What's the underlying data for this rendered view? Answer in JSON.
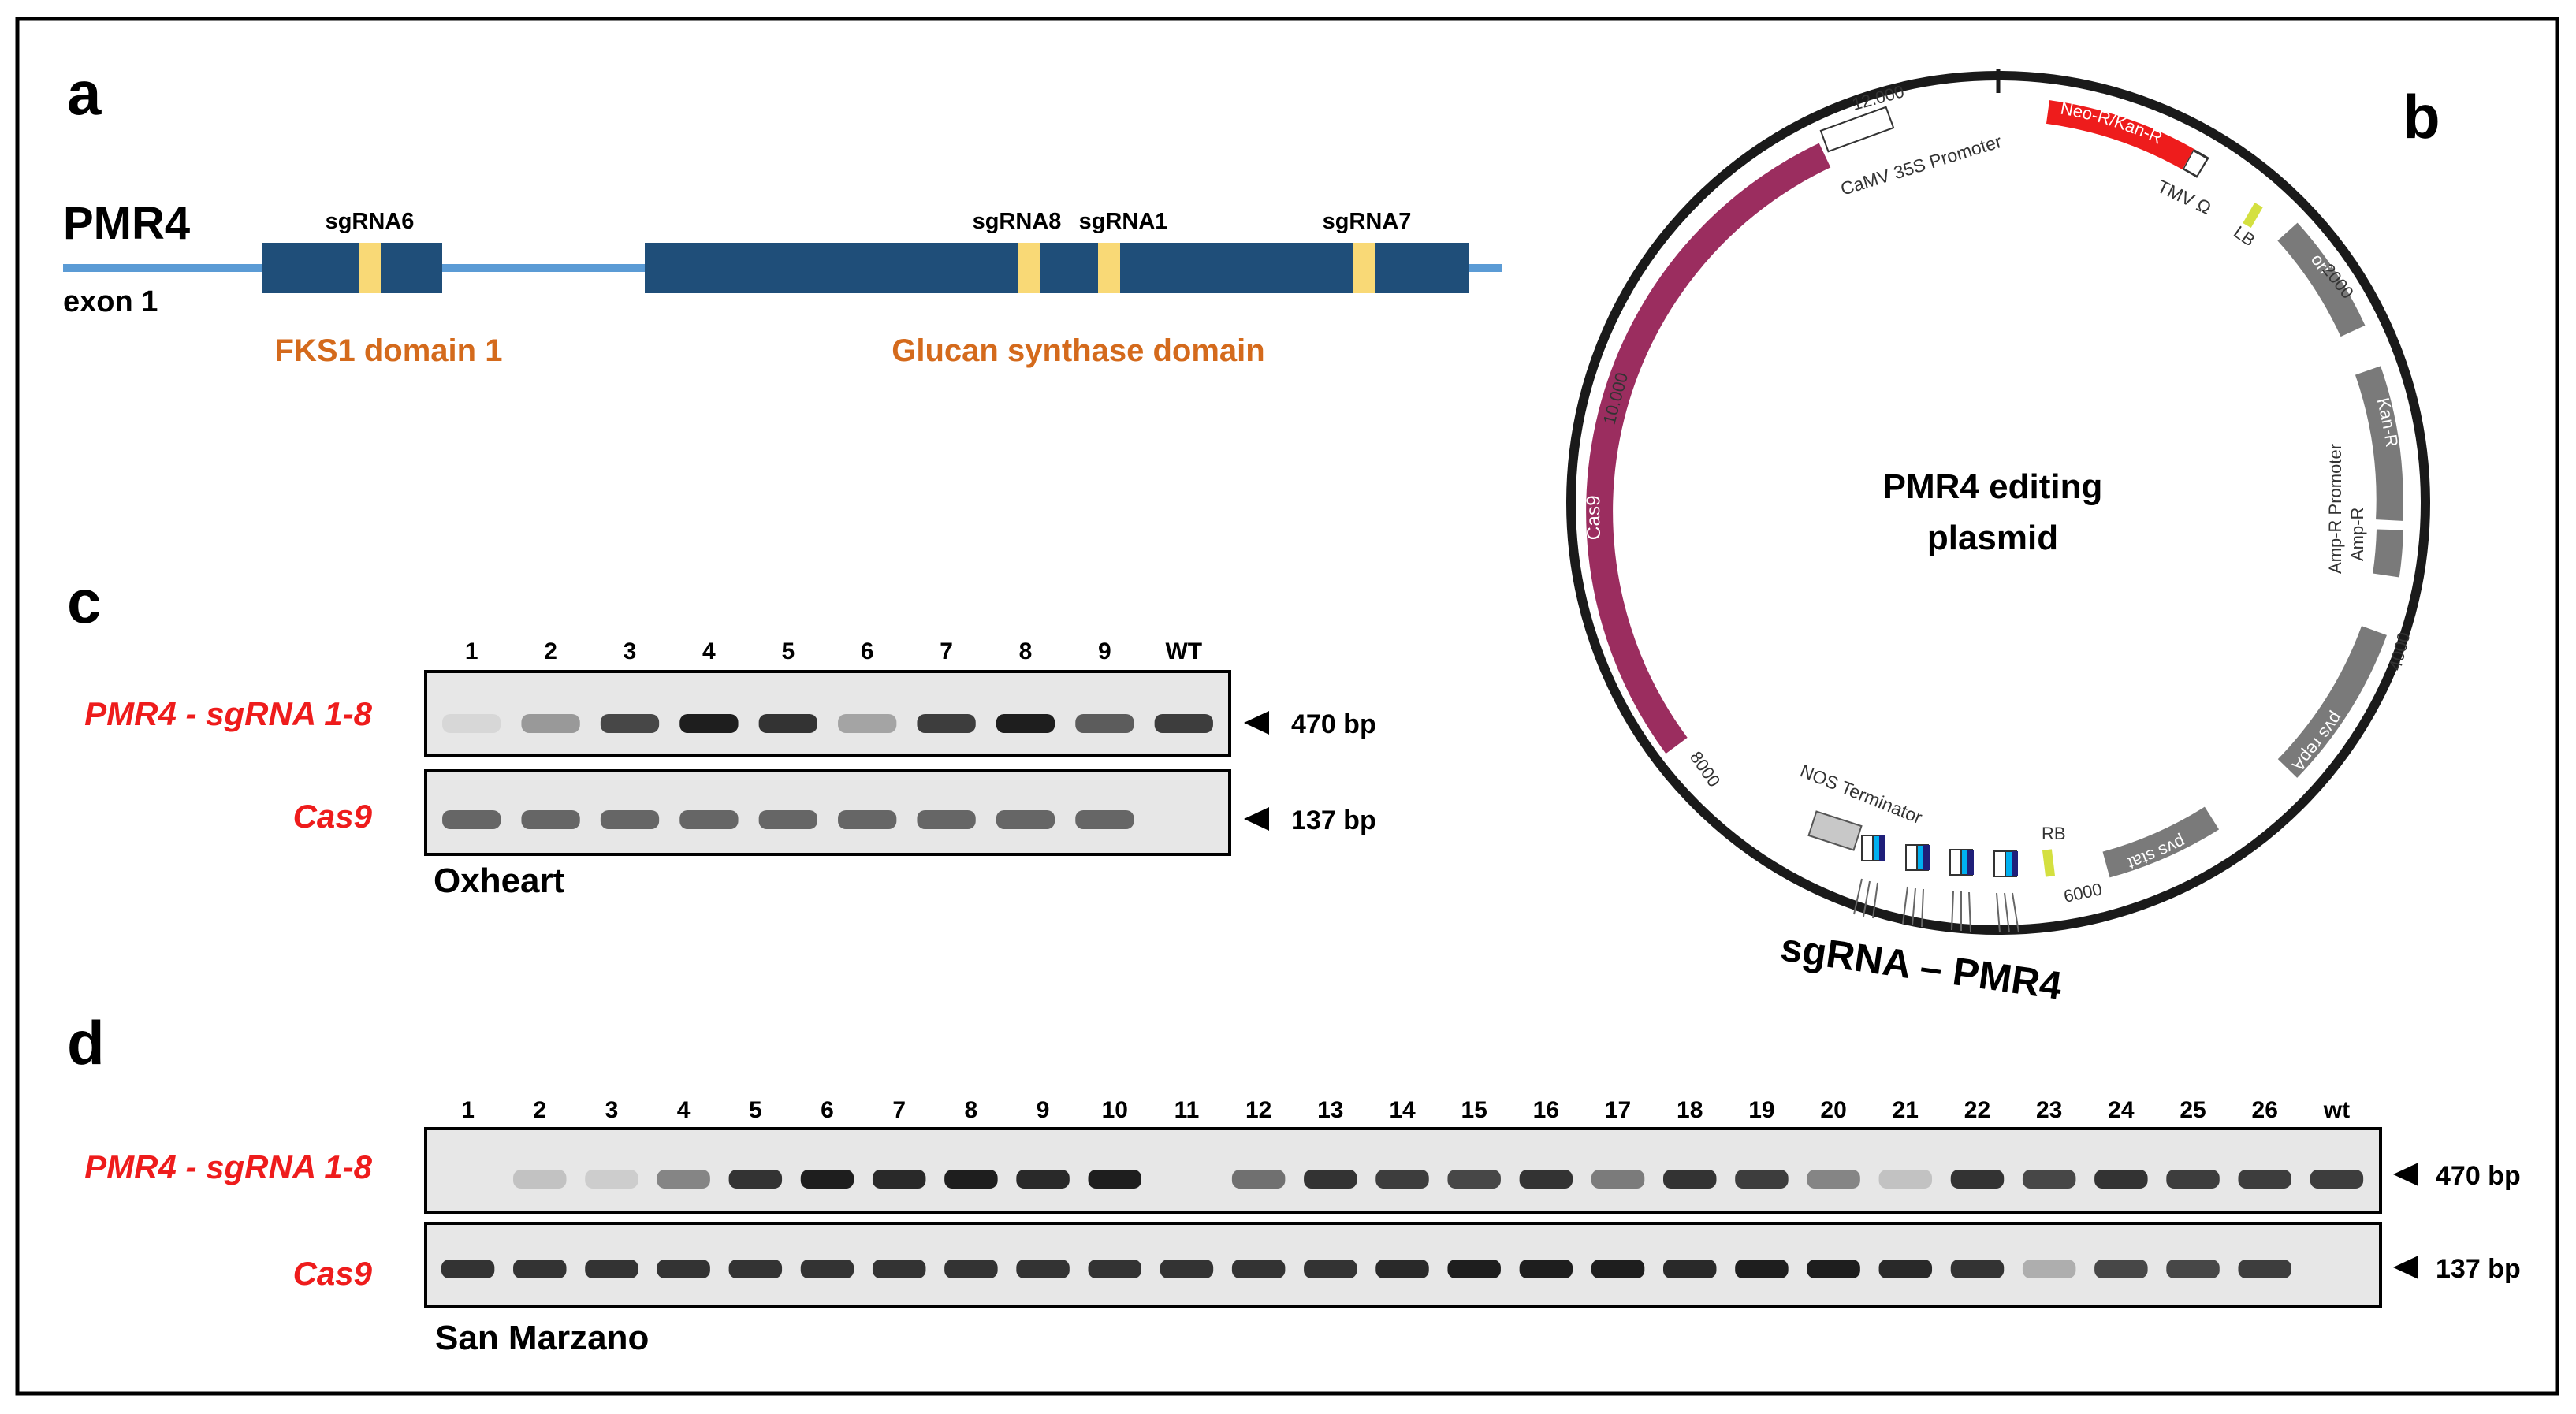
{
  "panel_labels": {
    "a": "a",
    "b": "b",
    "c": "c",
    "d": "d"
  },
  "panel_a": {
    "gene": "PMR4",
    "exon": "exon 1",
    "domains": [
      "FKS1 domain 1",
      "Glucan synthase domain"
    ],
    "sgrnas": [
      "sgRNA6",
      "sgRNA8",
      "sgRNA1",
      "sgRNA7"
    ]
  },
  "panel_b": {
    "title_line1": "PMR4 editing",
    "title_line2": "plasmid",
    "sgrna_label": "sgRNA – PMR4",
    "features": {
      "neo": "Neo-R/Kan-R",
      "tmv": "TMV Ω",
      "lb": "LB",
      "ori": "ori",
      "kan": "Kan-R",
      "ampr_promoter": "Amp-R Promoter",
      "ampr": "Amp-R",
      "pvs_repa": "pvs repA",
      "pvs_stat": "pvs stat",
      "rb": "RB",
      "nos": "NOS Terminator",
      "cas9": "Cas9",
      "camv": "CaMV 35S Promoter"
    },
    "ticks": [
      "12.000",
      "2000",
      "4000",
      "6000",
      "8000",
      "10.000"
    ],
    "colors": {
      "cas9": "#9b2d5f",
      "neo": "#ee1c1c",
      "gray": "#7a7a7a",
      "ring": "#1a1a1a"
    }
  },
  "panel_c": {
    "lanes": [
      "1",
      "2",
      "3",
      "4",
      "5",
      "6",
      "7",
      "8",
      "9",
      "WT"
    ],
    "row1_label": "PMR4 - sgRNA 1-8",
    "row2_label": "Cas9",
    "size1": "470 bp",
    "size2": "137 bp",
    "variety": "Oxheart",
    "row1_intensity": [
      0.05,
      0.35,
      0.75,
      0.95,
      0.85,
      0.3,
      0.8,
      0.95,
      0.65,
      0.8
    ],
    "row2_intensity": [
      0.6,
      0.6,
      0.6,
      0.6,
      0.6,
      0.6,
      0.6,
      0.6,
      0.6,
      0
    ]
  },
  "panel_d": {
    "lanes": [
      "1",
      "2",
      "3",
      "4",
      "5",
      "6",
      "7",
      "8",
      "9",
      "10",
      "11",
      "12",
      "13",
      "14",
      "15",
      "16",
      "17",
      "18",
      "19",
      "20",
      "21",
      "22",
      "23",
      "24",
      "25",
      "26",
      "wt"
    ],
    "row1_label": "PMR4 - sgRNA 1-8",
    "row2_label": "Cas9",
    "size1": "470 bp",
    "size2": "137 bp",
    "variety": "San Marzano",
    "row1_intensity": [
      0,
      0.15,
      0.1,
      0.45,
      0.85,
      0.95,
      0.9,
      0.95,
      0.9,
      0.95,
      0,
      0.55,
      0.85,
      0.8,
      0.75,
      0.85,
      0.5,
      0.85,
      0.8,
      0.45,
      0.15,
      0.85,
      0.75,
      0.85,
      0.8,
      0.8,
      0.8
    ],
    "row2_intensity": [
      0.85,
      0.85,
      0.85,
      0.85,
      0.85,
      0.85,
      0.85,
      0.85,
      0.85,
      0.85,
      0.85,
      0.85,
      0.85,
      0.9,
      0.95,
      0.95,
      0.95,
      0.9,
      0.95,
      0.95,
      0.9,
      0.85,
      0.25,
      0.75,
      0.75,
      0.8,
      0
    ]
  },
  "colors": {
    "red_label": "#ee1c1c",
    "orange": "#d46a1c",
    "exon": "#1f4e79",
    "sgrna": "#f9d976",
    "line": "#5b9bd5"
  }
}
